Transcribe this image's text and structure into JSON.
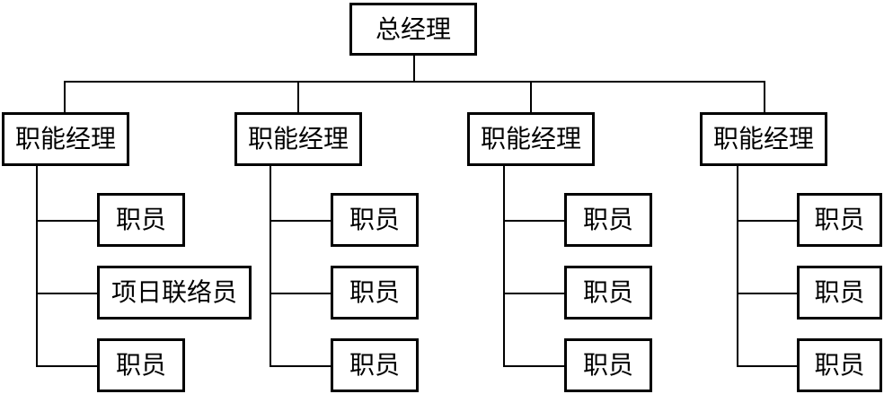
{
  "diagram": {
    "root": {
      "label": "总经理"
    },
    "departments": [
      {
        "label": "职能经理",
        "members": [
          {
            "label": "职员"
          },
          {
            "label": "项日联络员"
          },
          {
            "label": "职员"
          }
        ]
      },
      {
        "label": "职能经理",
        "members": [
          {
            "label": "职员"
          },
          {
            "label": "职员"
          },
          {
            "label": "职员"
          }
        ]
      },
      {
        "label": "职能经理",
        "members": [
          {
            "label": "职员"
          },
          {
            "label": "职员"
          },
          {
            "label": "职员"
          }
        ]
      },
      {
        "label": "职能经理",
        "members": [
          {
            "label": "职员"
          },
          {
            "label": "职员"
          },
          {
            "label": "职员"
          }
        ]
      }
    ]
  }
}
